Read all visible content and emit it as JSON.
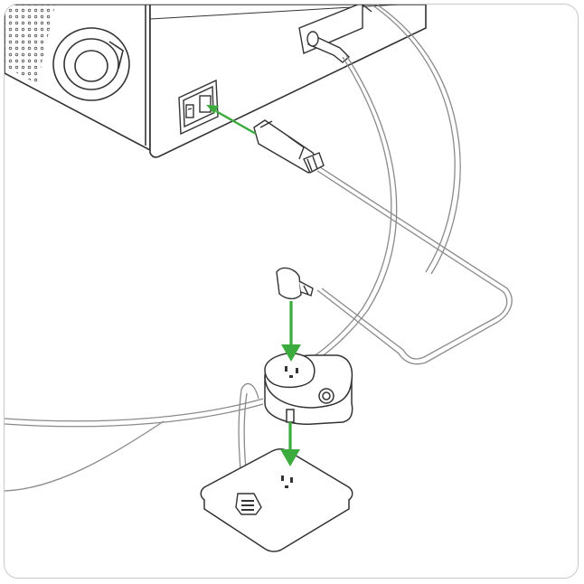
{
  "figure": {
    "kind": "setup-illustration",
    "steps": [
      "connect-power-cord-to-device-inlet",
      "plug-cord-into-smart-plug",
      "plug-smart-plug-into-power-strip"
    ]
  },
  "colors": {
    "arrow": "#3aab3c",
    "outline": "#333333",
    "cable": "#8a8a8a",
    "frame": "#c9c9c9"
  },
  "icons": [
    "power-cord-plug-icon",
    "smart-plug-icon",
    "power-button-icon",
    "ethernet-plug-icon",
    "gas-connector-icon",
    "power-switch-icon"
  ]
}
